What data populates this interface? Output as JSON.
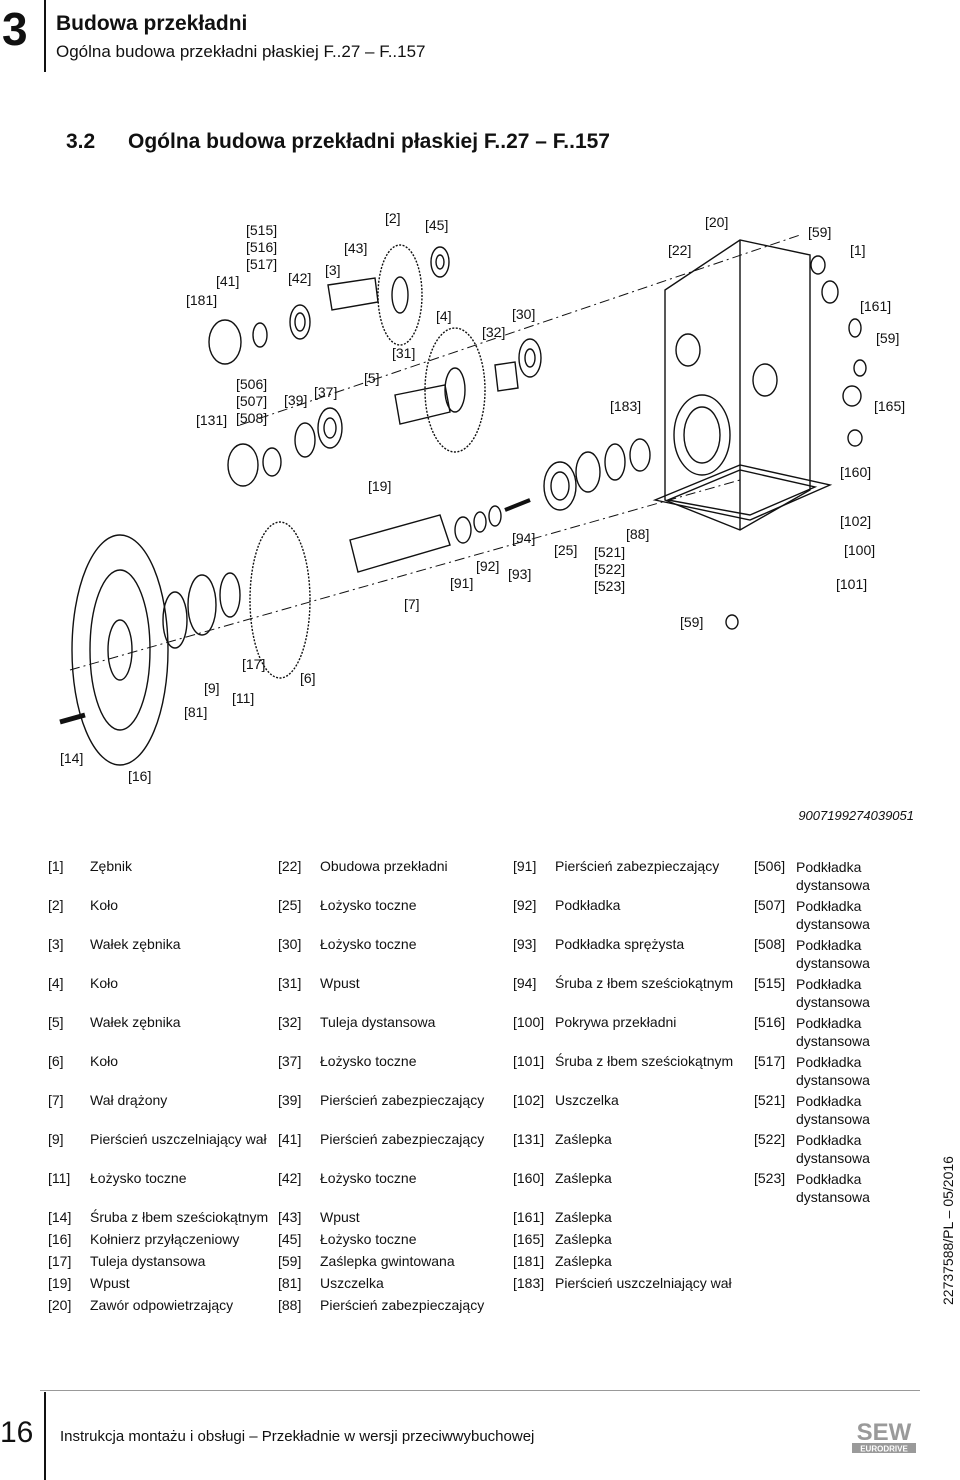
{
  "header": {
    "chapter_number": "3",
    "title": "Budowa przekładni",
    "subtitle": "Ogólna budowa przekładni płaskiej F..27 – F..157"
  },
  "section": {
    "number": "3.2",
    "title": "Ogólna budowa przekładni płaskiej F..27 – F..157"
  },
  "figure": {
    "callouts": [
      "[515]",
      "[516]",
      "[517]",
      "[41]",
      "[181]",
      "[42]",
      "[3]",
      "[43]",
      "[2]",
      "[45]",
      "[22]",
      "[20]",
      "[59]",
      "[1]",
      "[161]",
      "[59]",
      "[30]",
      "[32]",
      "[4]",
      "[31]",
      "[5]",
      "[37]",
      "[39]",
      "[506]",
      "[507]",
      "[508]",
      "[131]",
      "[183]",
      "[165]",
      "[160]",
      "[19]",
      "[94]",
      "[92]",
      "[93]",
      "[91]",
      "[25]",
      "[88]",
      "[521]",
      "[522]",
      "[523]",
      "[102]",
      "[100]",
      "[101]",
      "[7]",
      "[59]",
      "[17]",
      "[9]",
      "[81]",
      "[11]",
      "[6]",
      "[14]",
      "[16]"
    ],
    "id": "9007199274039051"
  },
  "legend": {
    "col1": [
      {
        "key": "[1]",
        "val": "Zębnik"
      },
      {
        "key": "[2]",
        "val": "Koło"
      },
      {
        "key": "[3]",
        "val": "Wałek zębnika"
      },
      {
        "key": "[4]",
        "val": "Koło"
      },
      {
        "key": "[5]",
        "val": "Wałek zębnika"
      },
      {
        "key": "[6]",
        "val": "Koło"
      },
      {
        "key": "[7]",
        "val": "Wał drążony"
      },
      {
        "key": "[9]",
        "val": "Pierścień uszczelniający wał"
      },
      {
        "key": "[11]",
        "val": "Łożysko toczne"
      },
      {
        "key": "[14]",
        "val": "Śruba z łbem sześciokątnym"
      },
      {
        "key": "[16]",
        "val": "Kołnierz przyłączeniowy"
      },
      {
        "key": "[17]",
        "val": "Tuleja dystansowa"
      },
      {
        "key": "[19]",
        "val": "Wpust"
      },
      {
        "key": "[20]",
        "val": "Zawór odpowietrzający"
      }
    ],
    "col2": [
      {
        "key": "[22]",
        "val": "Obudowa przekładni"
      },
      {
        "key": "[25]",
        "val": "Łożysko toczne"
      },
      {
        "key": "[30]",
        "val": "Łożysko toczne"
      },
      {
        "key": "[31]",
        "val": "Wpust"
      },
      {
        "key": "[32]",
        "val": "Tuleja dystansowa"
      },
      {
        "key": "[37]",
        "val": "Łożysko toczne"
      },
      {
        "key": "[39]",
        "val": "Pierścień zabezpieczający"
      },
      {
        "key": "[41]",
        "val": "Pierścień zabezpieczający"
      },
      {
        "key": "[42]",
        "val": "Łożysko toczne"
      },
      {
        "key": "[43]",
        "val": "Wpust"
      },
      {
        "key": "[45]",
        "val": "Łożysko toczne"
      },
      {
        "key": "[59]",
        "val": "Zaślepka gwintowana"
      },
      {
        "key": "[81]",
        "val": "Uszczelka"
      },
      {
        "key": "[88]",
        "val": "Pierścień zabezpieczający"
      }
    ],
    "col3": [
      {
        "key": "[91]",
        "val": "Pierścień zabezpieczający"
      },
      {
        "key": "[92]",
        "val": "Podkładka"
      },
      {
        "key": "[93]",
        "val": "Podkładka sprężysta"
      },
      {
        "key": "[94]",
        "val": "Śruba z łbem sześciokątnym"
      },
      {
        "key": "[100]",
        "val": "Pokrywa przekładni"
      },
      {
        "key": "[101]",
        "val": "Śruba z łbem sześciokątnym"
      },
      {
        "key": "[102]",
        "val": "Uszczelka"
      },
      {
        "key": "[131]",
        "val": "Zaślepka"
      },
      {
        "key": "[160]",
        "val": "Zaślepka"
      },
      {
        "key": "[161]",
        "val": "Zaślepka"
      },
      {
        "key": "[165]",
        "val": "Zaślepka"
      },
      {
        "key": "[181]",
        "val": "Zaślepka"
      },
      {
        "key": "[183]",
        "val": "Pierścień uszczelniający wał"
      }
    ],
    "col4": [
      {
        "key": "[506]",
        "val": "Podkładka dystansowa"
      },
      {
        "key": "[507]",
        "val": "Podkładka dystansowa"
      },
      {
        "key": "[508]",
        "val": "Podkładka dystansowa"
      },
      {
        "key": "[515]",
        "val": "Podkładka dystansowa"
      },
      {
        "key": "[516]",
        "val": "Podkładka dystansowa"
      },
      {
        "key": "[517]",
        "val": "Podkładka dystansowa"
      },
      {
        "key": "[521]",
        "val": "Podkładka dystansowa"
      },
      {
        "key": "[522]",
        "val": "Podkładka dystansowa"
      },
      {
        "key": "[523]",
        "val": "Podkładka dystansowa"
      }
    ]
  },
  "side_reference": "22737588/PL – 05/2016",
  "footer": {
    "page_number": "16",
    "text": "Instrukcja montażu i obsługi – Przekładnie w wersji przeciwwybuchowej"
  },
  "logo": {
    "top": "SEW",
    "bottom": "EURODRIVE"
  }
}
